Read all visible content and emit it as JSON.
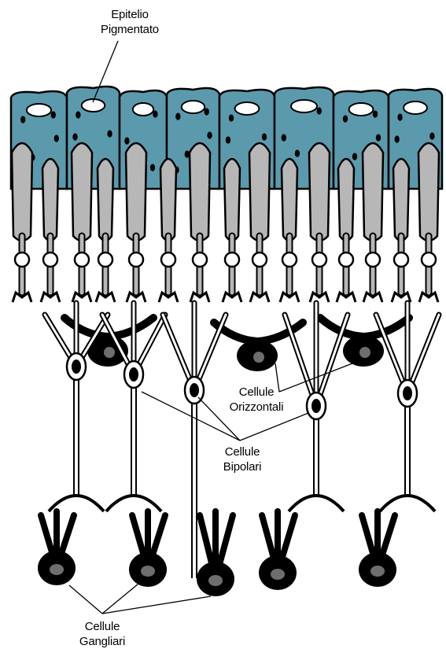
{
  "labels": {
    "pigment_epithelium": [
      "Epitelio",
      "Pigmentato"
    ],
    "horizontal_cells": [
      "Cellule",
      "Orizzontali"
    ],
    "bipolar_cells": [
      "Cellule",
      "Bipolari"
    ],
    "ganglion_cells": [
      "Cellule",
      "Gangliari"
    ]
  },
  "colors": {
    "epithelium": "#5b9aac",
    "photoreceptor": "#b7b7b7",
    "cell_body": "#000000",
    "nucleus_grey": "#6e6e6e",
    "outline": "#000000",
    "background": "#ffffff"
  }
}
